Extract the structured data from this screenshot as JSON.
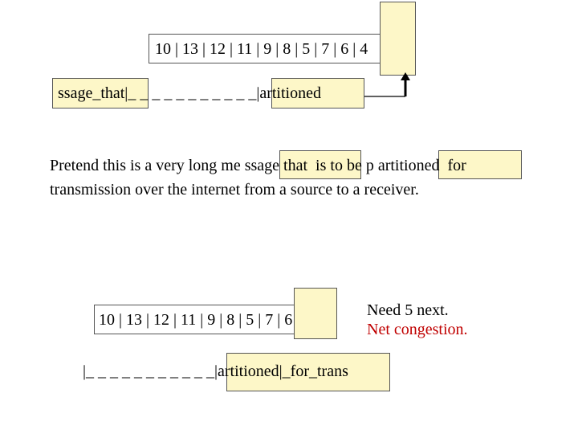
{
  "top_buffer": {
    "values": "10 | 13 | 12 | 11 | 9 | 8 | 5 | 7 | 6 | 4"
  },
  "top_segments": {
    "left": "ssage_that|_ _ _ _ _ _ _ _ _ _ _|artitioned"
  },
  "message": {
    "line1": "Pretend this is a very long me ssage that  is to be p artitioned  for",
    "line2": "transmission over the internet from a source to a receiver."
  },
  "bottom_buffer": {
    "values": "10 | 13 | 12 | 11 | 9 | 8 | 5 | 7 | 6"
  },
  "bottom_segments": {
    "text": "|_ _ _ _ _ _ _ _ _ _ _|artitioned|_for_trans"
  },
  "notes": {
    "need": "Need 5 next.",
    "congestion": "Net congestion."
  },
  "colors": {
    "highlight": "#fdf7c8",
    "congestion": "#c00000",
    "border": "#555555"
  }
}
